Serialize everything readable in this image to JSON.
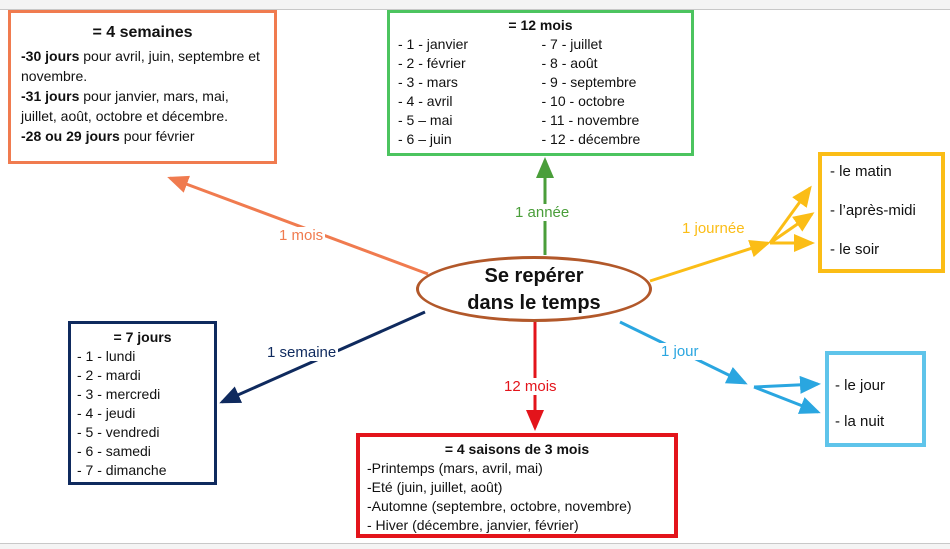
{
  "center": {
    "line1": "Se repérer",
    "line2": "dans le temps"
  },
  "branches": {
    "mois": {
      "label": "1 mois",
      "color": "#f07b4f",
      "title": "= 4 semaines",
      "items": [
        {
          "bold": "-30 jours",
          "text": " pour avril, juin, septembre et novembre."
        },
        {
          "bold": "-31 jours",
          "text": " pour janvier, mars, mai, juillet, août, octobre et décembre."
        },
        {
          "bold": "-28 ou 29 jours",
          "text": " pour février"
        }
      ]
    },
    "annee": {
      "label": "1 année",
      "color": "#4a9e3a",
      "title": "= 12 mois",
      "col1": [
        "- 1 - janvier",
        "- 2 - février",
        "- 3 - mars",
        "- 4 - avril",
        "- 5 – mai",
        "- 6 – juin"
      ],
      "col2": [
        "- 7  - juillet",
        "- 8 - août",
        "- 9 - septembre",
        "- 10 - octobre",
        "- 11 - novembre",
        "- 12 - décembre"
      ]
    },
    "journee": {
      "label": "1 journée",
      "color": "#fbbd16",
      "items": [
        "- le matin",
        "- l’après-midi",
        "- le soir"
      ]
    },
    "jour": {
      "label": "1 jour",
      "color": "#2aa6e0",
      "items": [
        "- le jour",
        "- la nuit"
      ]
    },
    "semaine": {
      "label": "1 semaine",
      "color": "#0f2a5e",
      "title": "= 7 jours",
      "items": [
        "- 1 - lundi",
        "- 2  - mardi",
        "- 3 - mercredi",
        "- 4 - jeudi",
        "- 5 - vendredi",
        "- 6 - samedi",
        "- 7 - dimanche"
      ]
    },
    "saisons": {
      "label": "12 mois",
      "color": "#e3141b",
      "title": "= 4 saisons de 3 mois",
      "items": [
        "-Printemps (mars, avril, mai)",
        "-Eté (juin, juillet, août)",
        "-Automne (septembre, octobre, novembre)",
        "- Hiver (décembre, janvier, février)"
      ]
    }
  }
}
